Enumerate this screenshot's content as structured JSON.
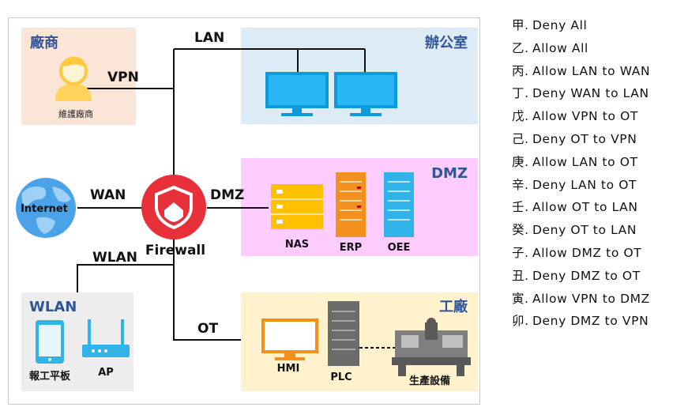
{
  "zones": {
    "vendor": {
      "title": "廠商",
      "device_label": "維護廠商"
    },
    "office": {
      "title": "辦公室"
    },
    "dmz": {
      "title": "DMZ",
      "devices": [
        "NAS",
        "ERP",
        "OEE"
      ]
    },
    "wlan": {
      "title": "WLAN",
      "devices": [
        "報工平板",
        "AP"
      ]
    },
    "factory": {
      "title": "工廠",
      "devices": [
        "HMI",
        "PLC",
        "生產設備"
      ]
    }
  },
  "internet": {
    "label": "Internet"
  },
  "firewall": {
    "label": "Firewall"
  },
  "links": {
    "lan": "LAN",
    "vpn": "VPN",
    "wan": "WAN",
    "dmz": "DMZ",
    "wlan": "WLAN",
    "ot": "OT"
  },
  "rules": [
    {
      "key": "甲.",
      "text": "Deny All"
    },
    {
      "key": "乙.",
      "text": "Allow All"
    },
    {
      "key": "丙.",
      "text": "Allow LAN to WAN"
    },
    {
      "key": "丁.",
      "text": "Deny WAN to LAN"
    },
    {
      "key": "戊.",
      "text": "Allow VPN to OT"
    },
    {
      "key": "己.",
      "text": "Deny OT to VPN"
    },
    {
      "key": "庚.",
      "text": "Allow LAN to OT"
    },
    {
      "key": "辛.",
      "text": "Deny LAN to OT"
    },
    {
      "key": "壬.",
      "text": "Allow OT to LAN"
    },
    {
      "key": "癸.",
      "text": "Deny OT to LAN"
    },
    {
      "key": "子.",
      "text": "Allow DMZ to OT"
    },
    {
      "key": "丑.",
      "text": "Deny DMZ to OT"
    },
    {
      "key": "寅.",
      "text": "Allow VPN to DMZ"
    },
    {
      "key": "卯.",
      "text": "Deny DMZ to VPN"
    }
  ],
  "colors": {
    "vendor_bg": "#fbe5d6",
    "office_bg": "#ddebf7",
    "dmz_bg": "#ffccff",
    "wlan_bg": "#ededed",
    "factory_bg": "#fff2cc",
    "firewall": "#e8303a",
    "monitor": "#0a9bd8",
    "title": "#2f5597"
  }
}
